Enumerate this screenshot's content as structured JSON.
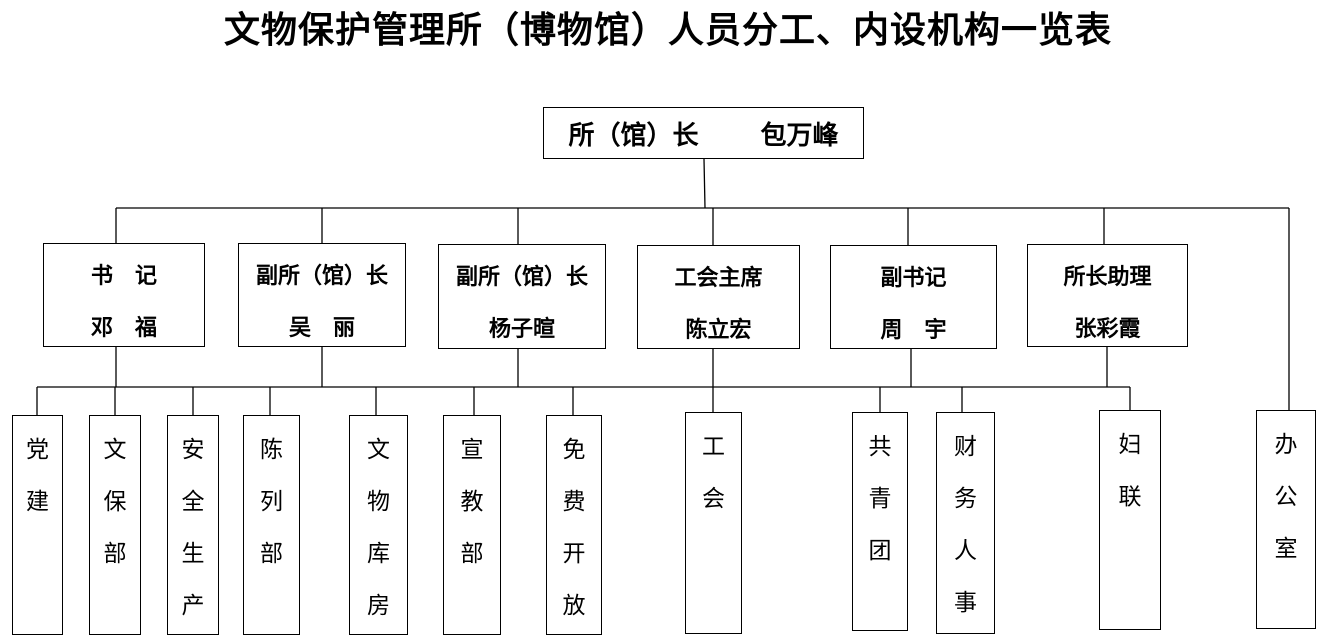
{
  "title": "文物保护管理所（博物馆）人员分工、内设机构一览表",
  "head": {
    "role": "所（馆）长",
    "name": "包万峰"
  },
  "leaders": [
    {
      "role": "书　记",
      "name": "邓　福"
    },
    {
      "role": "副所（馆）长",
      "name": "吴　丽"
    },
    {
      "role": "副所（馆）长",
      "name": "杨子暄"
    },
    {
      "role": "工会主席",
      "name": "陈立宏"
    },
    {
      "role": "副书记",
      "name": "周　宇"
    },
    {
      "role": "所长助理",
      "name": "张彩霞"
    }
  ],
  "departments": [
    {
      "name": [
        "党",
        "建"
      ]
    },
    {
      "name": [
        "文",
        "保",
        "部"
      ]
    },
    {
      "name": [
        "安",
        "全",
        "生",
        "产"
      ]
    },
    {
      "name": [
        "陈",
        "列",
        "部"
      ]
    },
    {
      "name": [
        "文",
        "物",
        "库",
        "房"
      ]
    },
    {
      "name": [
        "宣",
        "教",
        "部"
      ]
    },
    {
      "name": [
        "免",
        "费",
        "开",
        "放"
      ]
    },
    {
      "name": [
        "工",
        "会"
      ]
    },
    {
      "name": [
        "共",
        "青",
        "团"
      ]
    },
    {
      "name": [
        "财",
        "务",
        "人",
        "事"
      ]
    },
    {
      "name": [
        "妇",
        "联"
      ]
    },
    {
      "name": [
        "办",
        "公",
        "室"
      ]
    }
  ]
}
